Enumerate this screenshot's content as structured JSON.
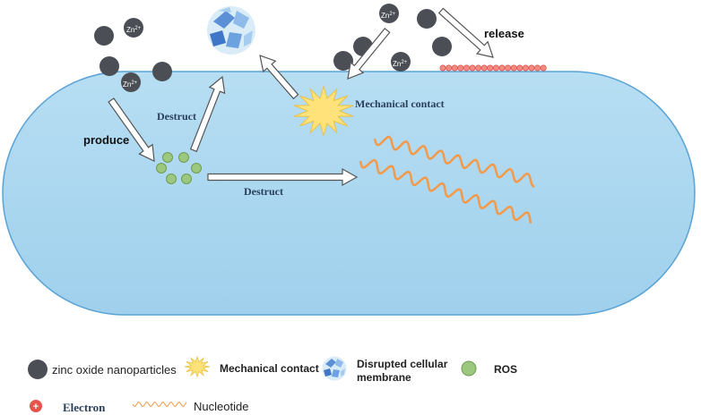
{
  "colors": {
    "cell_fill": "#a9d6ef",
    "cell_stroke": "#5aa3d6",
    "nanoparticle": "#4b4f55",
    "ros": "#9cc77e",
    "ros_stroke": "#6f9e53",
    "nucleotide": "#f39a4a",
    "electron": "#e5534b",
    "mechanical_contact": "#ffe27a"
  },
  "labels": {
    "zn": "Zn",
    "zn_charge": "2+",
    "release": "release",
    "destruct_upper": "Destruct",
    "destruct_lower": "Destruct",
    "produce": "produce",
    "mechanical_contact": "Mechanical contact"
  },
  "legend": {
    "nanoparticles": "zinc oxide nanoparticles",
    "mechanical_contact": "Mechanical contact",
    "disrupted_line1": "Disrupted cellular",
    "disrupted_line2": "membrane",
    "ros": "ROS",
    "electron": "Electron",
    "nucleotide": "Nucleotide"
  }
}
